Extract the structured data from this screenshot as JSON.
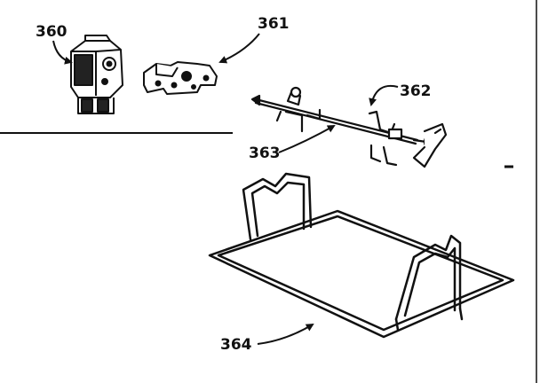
{
  "diagram": {
    "type": "exploded parts diagram",
    "line_color": "#111111",
    "background": "#ffffff",
    "parts": [
      {
        "callout": "360",
        "icon": "rotisserie-motor-icon"
      },
      {
        "callout": "361",
        "icon": "mounting-bracket-icon"
      },
      {
        "callout": "362",
        "icon": "spit-fork-icon"
      },
      {
        "callout": "363",
        "icon": "spit-rod-icon"
      },
      {
        "callout": "364",
        "icon": "wire-rack-icon"
      }
    ]
  }
}
